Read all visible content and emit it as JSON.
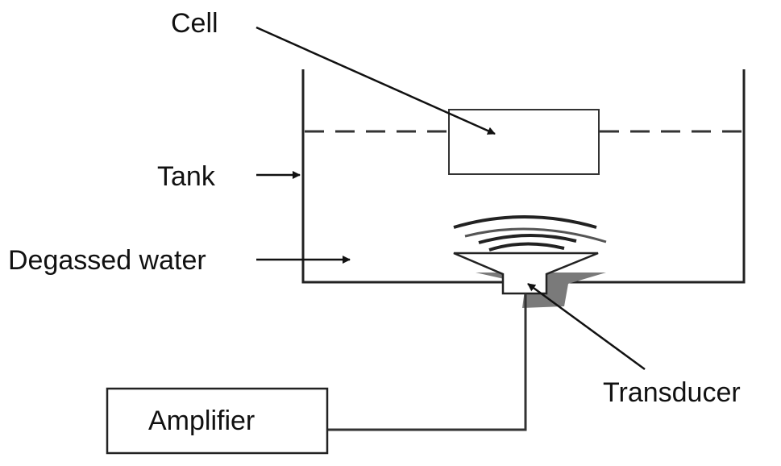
{
  "labels": {
    "cell": "Cell",
    "tank": "Tank",
    "water": "Degassed water",
    "transducer": "Transducer",
    "amplifier": "Amplifier"
  },
  "colors": {
    "line": "#222222",
    "shadow": "#777777",
    "wave": "#333333"
  }
}
